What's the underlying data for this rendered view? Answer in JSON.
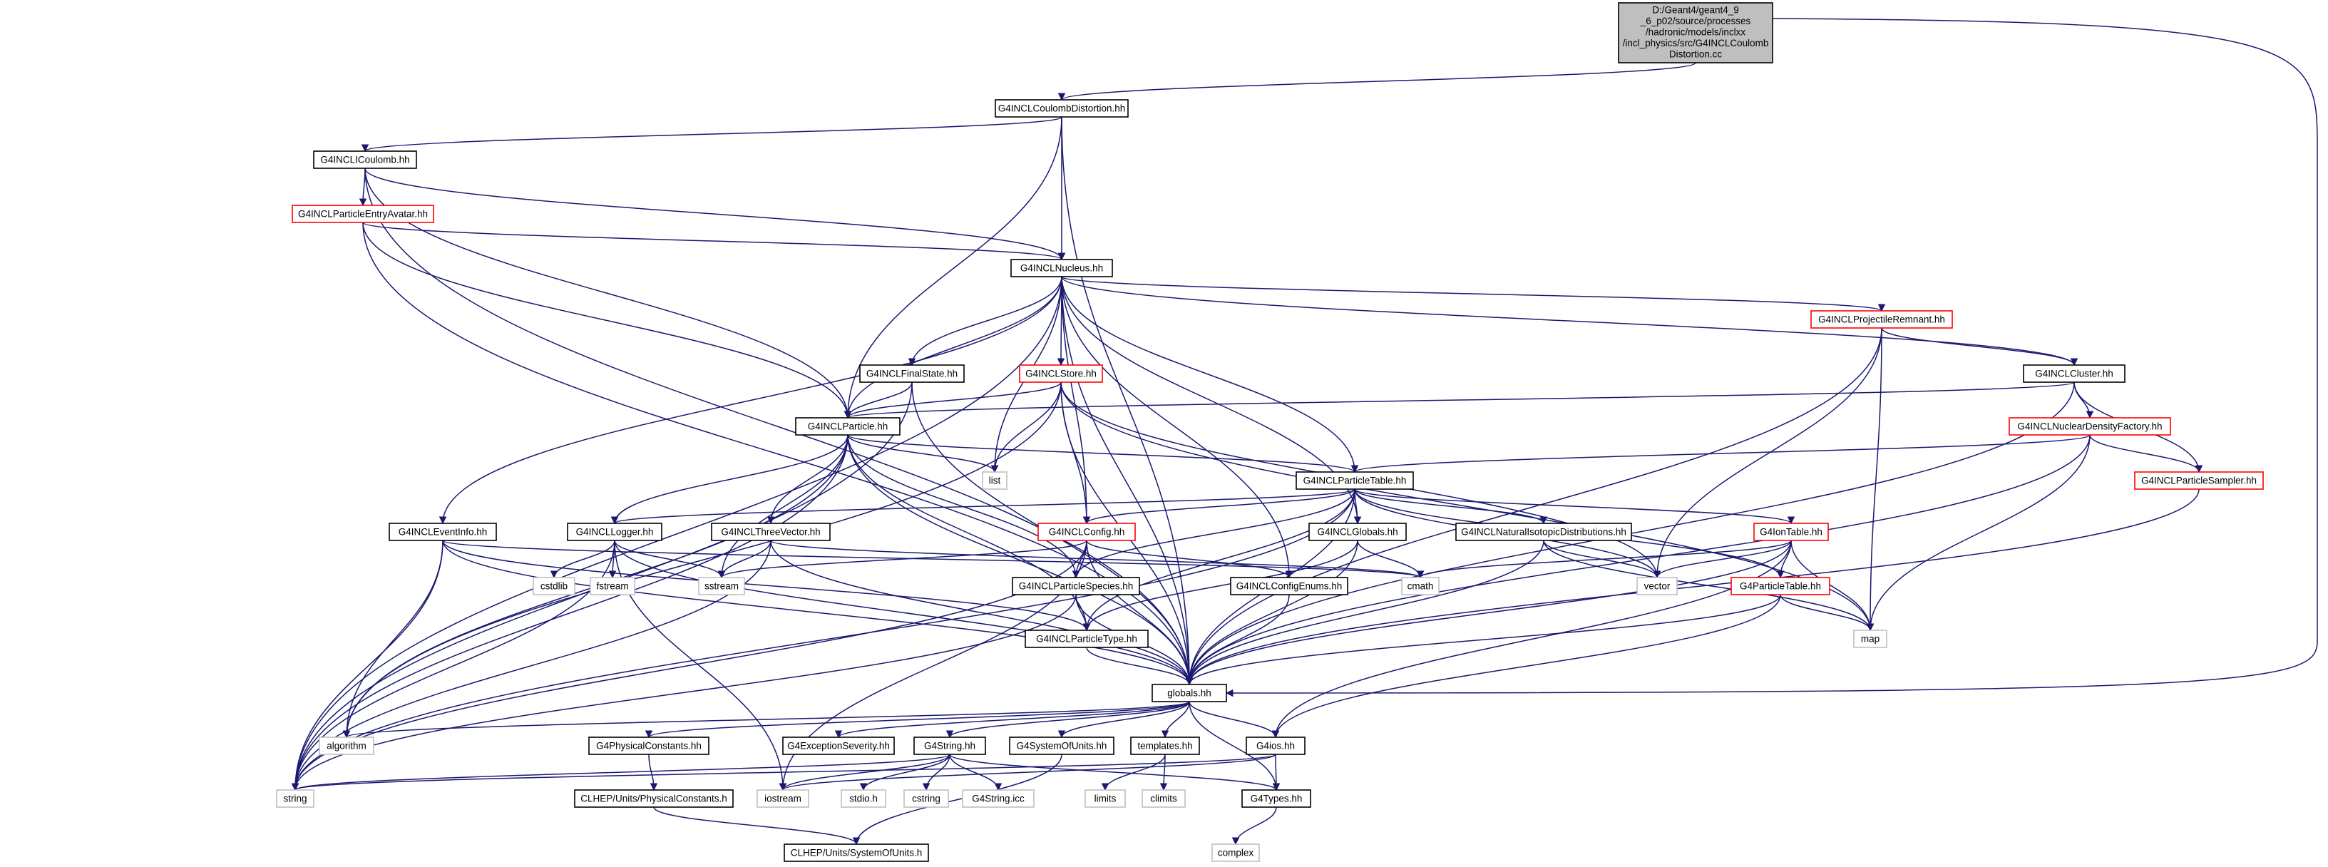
{
  "colors": {
    "edge": "#191970",
    "normal_border": "#000000",
    "truncated_border": "#ff0000",
    "external_border": "#bfbfbf",
    "root_fill": "#bfbfbf",
    "node_fill": "#ffffff"
  },
  "root": {
    "lines": [
      "D:/Geant4/geant4_9",
      "_6_p02/source/processes",
      "/hadronic/models/inclxx",
      "/incl_physics/src/G4INCLCoulomb",
      "Distortion.cc"
    ]
  },
  "nodes": {
    "coulombdistortion": "G4INCLCoulombDistortion.hh",
    "icoulomb": "G4INCLICoulomb.hh",
    "entryavatar": "G4INCLParticleEntryAvatar.hh",
    "nucleus": "G4INCLNucleus.hh",
    "projremnant": "G4INCLProjectileRemnant.hh",
    "cluster": "G4INCLCluster.hh",
    "finalstate": "G4INCLFinalState.hh",
    "store": "G4INCLStore.hh",
    "particle": "G4INCLParticle.hh",
    "nucdensity": "G4INCLNuclearDensityFactory.hh",
    "list": "list",
    "particletable": "G4INCLParticleTable.hh",
    "sampler": "G4INCLParticleSampler.hh",
    "eventinfo": "G4INCLEventInfo.hh",
    "logger": "G4INCLLogger.hh",
    "threevector": "G4INCLThreeVector.hh",
    "config": "G4INCLConfig.hh",
    "globals": "G4INCLGlobals.hh",
    "natiso": "G4INCLNaturalIsotopicDistributions.hh",
    "iontable": "G4IonTable.hh",
    "cstdlib": "cstdlib",
    "fstream": "fstream",
    "sstream": "sstream",
    "cmath": "cmath",
    "vector": "vector",
    "pspecies": "G4INCLParticleSpecies.hh",
    "configenums": "G4INCLConfigEnums.hh",
    "g4particletable": "G4ParticleTable.hh",
    "map": "map",
    "ptype": "G4INCLParticleType.hh",
    "globalshh": "globals.hh",
    "algorithm": "algorithm",
    "physconst": "G4PhysicalConstants.hh",
    "exception": "G4ExceptionSeverity.hh",
    "g4string": "G4String.hh",
    "sysunits": "G4SystemOfUnits.hh",
    "templates": "templates.hh",
    "g4ios": "G4ios.hh",
    "string": "string",
    "clhepphys": "CLHEP/Units/PhysicalConstants.h",
    "iostream": "iostream",
    "stdio": "stdio.h",
    "cstring": "cstring",
    "g4stringicc": "G4String.icc",
    "limits": "limits",
    "climits": "climits",
    "g4types": "G4Types.hh",
    "clhepsys": "CLHEP/Units/SystemOfUnits.h",
    "complex": "complex"
  }
}
